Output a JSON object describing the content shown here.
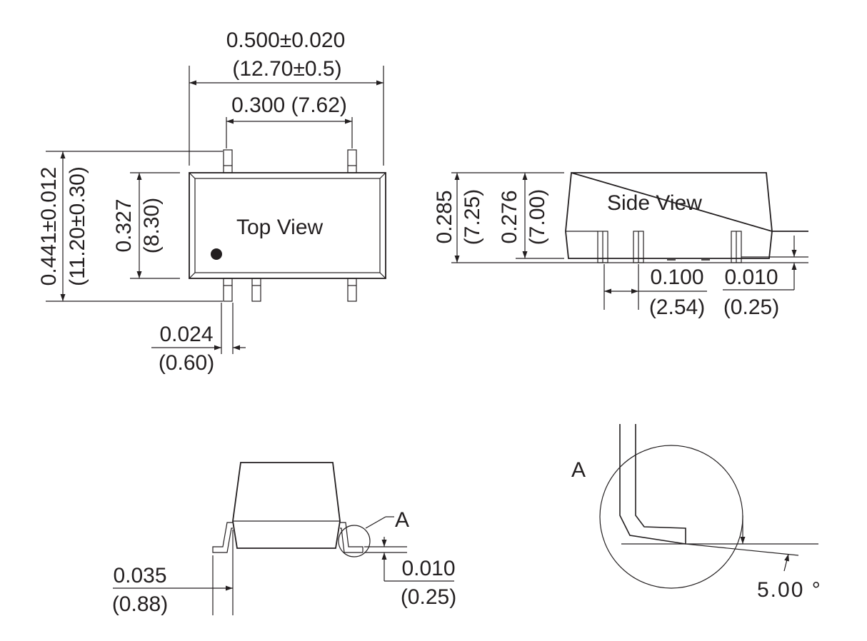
{
  "top_view": {
    "label": "Top View",
    "width_dim": {
      "inch": "0.500±0.020",
      "mm": "(12.70±0.5)"
    },
    "pitch_dim": {
      "inch": "0.300 (7.62)"
    },
    "height_dim": {
      "inch": "0.441±0.012",
      "mm": "(11.20±0.30)"
    },
    "body_dim": {
      "inch": "0.327",
      "mm": "(8.30)"
    },
    "lead_width_dim": {
      "inch": "0.024",
      "mm": "(0.60)"
    }
  },
  "side_view": {
    "label": "Side View",
    "overall_height_dim": {
      "inch": "0.285",
      "mm": "(7.25)"
    },
    "body_height_dim": {
      "inch": "0.276",
      "mm": "(7.00)"
    },
    "lead_pitch_dim": {
      "inch": "0.100",
      "mm": "(2.54)"
    },
    "standoff_dim": {
      "inch": "0.010",
      "mm": "(0.25)"
    }
  },
  "end_view": {
    "lead_length_dim": {
      "inch": "0.035",
      "mm": "(0.88)"
    },
    "lead_thickness_dim": {
      "inch": "0.010",
      "mm": "(0.25)"
    },
    "detail_callout": "A"
  },
  "detail_a": {
    "label": "A",
    "angle": "5.00 °"
  },
  "colors": {
    "ink": "#231f20",
    "background": "#ffffff"
  }
}
